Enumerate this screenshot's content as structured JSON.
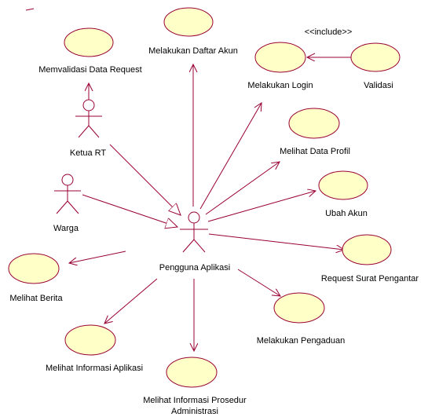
{
  "colors": {
    "line": "#990033",
    "usecase_fill": "#ffffc8",
    "usecase_stroke": "#990033",
    "actor_stroke": "#990033",
    "text": "#000000"
  },
  "actors": {
    "ketua_rt": "Ketua RT",
    "warga": "Warga",
    "pengguna": "Pengguna Aplikasi"
  },
  "use_cases": {
    "memvalidasi": "Memvalidasi Data Request",
    "daftar_akun": "Melakukan Daftar Akun",
    "login": "Melakukan Login",
    "validasi": "Validasi",
    "data_profil": "Melihat Data Profil",
    "ubah_akun": "Ubah Akun",
    "request_surat": "Request Surat Pengantar",
    "pengaduan": "Melakukan Pengaduan",
    "prosedur_line1": "Melihat Informasi Prosedur",
    "prosedur_line2": "Administrasi",
    "info_aplikasi": "Melihat Informasi Aplikasi",
    "berita": "Melihat Berita"
  },
  "stereotypes": {
    "include": "<<include>>"
  }
}
